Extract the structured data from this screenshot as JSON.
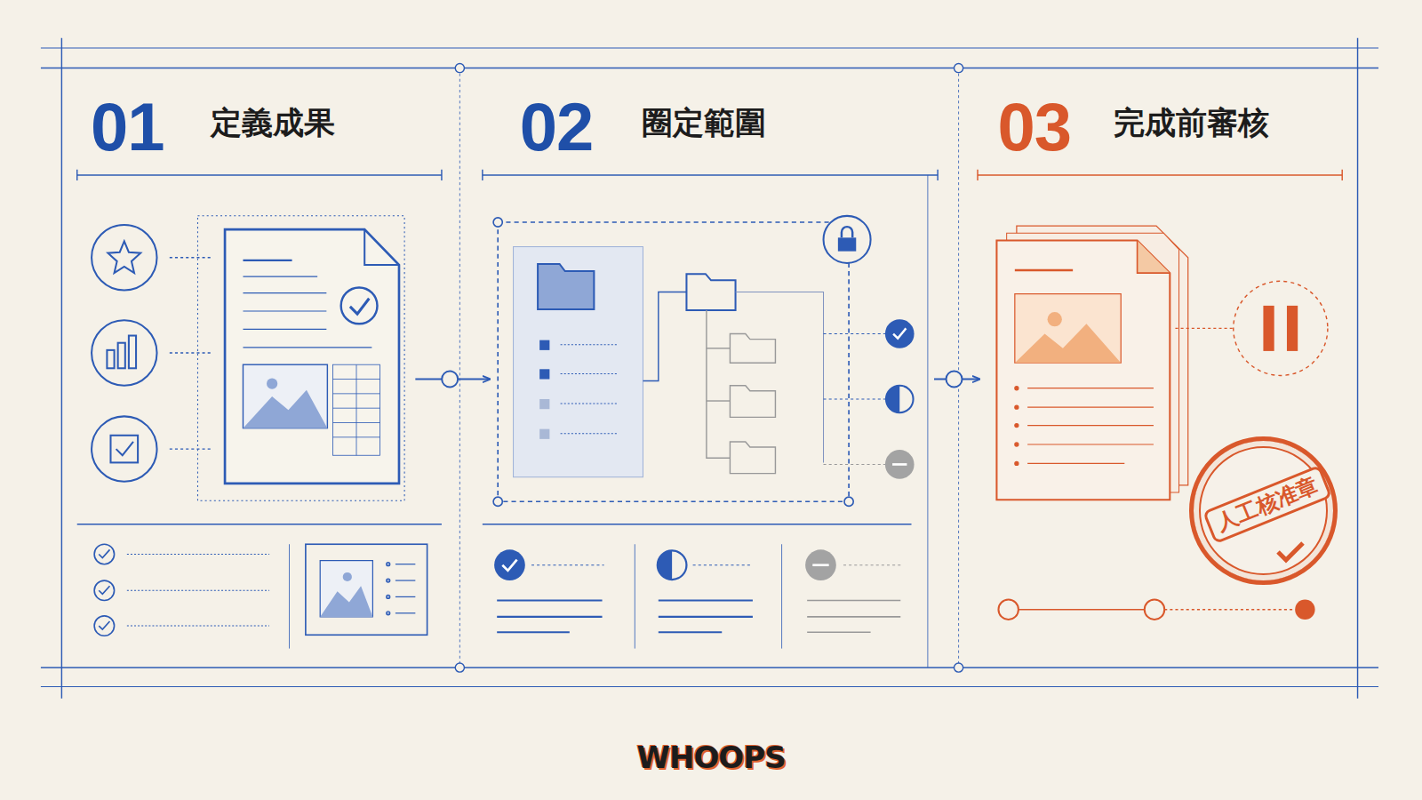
{
  "diagram": {
    "nodes": [
      {
        "text": [
          "01",
          "定義成果"
        ]
      },
      {
        "text": [
          "02",
          "圈定範圍"
        ]
      },
      {
        "text": [
          "03",
          "完成前審核"
        ]
      },
      {
        "text": [
          "人工核准章"
        ],
        "in": 2
      }
    ],
    "edges": [
      {
        "from": 0,
        "to": 1,
        "arrow": "to"
      },
      {
        "from": 1,
        "to": 2,
        "arrow": "to"
      }
    ],
    "labels": [
      "WHOOPS"
    ]
  }
}
